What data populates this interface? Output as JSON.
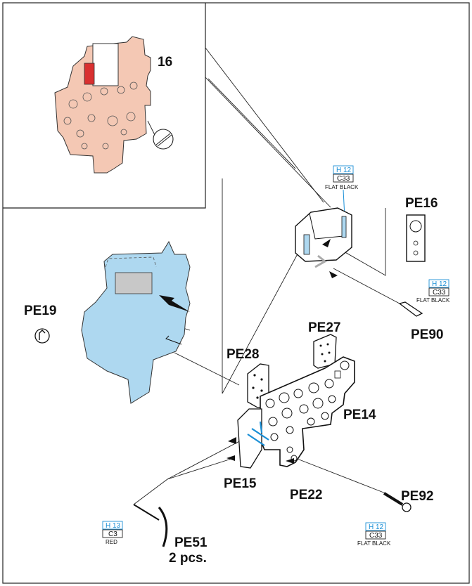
{
  "parts": {
    "p16": "16",
    "pe16": "PE16",
    "pe19": "PE19",
    "pe27": "PE27",
    "pe28": "PE28",
    "pe14": "PE14",
    "pe15": "PE15",
    "pe22": "PE22",
    "pe90": "PE90",
    "pe92": "PE92",
    "pe51": "PE51",
    "pe51_qty": "2 pcs."
  },
  "paints": {
    "top": {
      "code1": "H 12",
      "code2": "C33",
      "name": "FLAT BLACK"
    },
    "pe90": {
      "code1": "H 12",
      "code2": "C33",
      "name": "FLAT BLACK"
    },
    "pe92": {
      "code1": "H 12",
      "code2": "C33",
      "name": "FLAT BLACK"
    },
    "pe51": {
      "code1": "H 13",
      "code2": "C3",
      "name": "RED"
    }
  },
  "symbols": {
    "bend_up": "fold-up-arrow-icon",
    "remove": "cut-off-icon"
  },
  "colors": {
    "part_pink": "#f4c8b4",
    "part_blue": "#aed8f0",
    "paint_accent": "#1a8fd6",
    "line": "#222222"
  }
}
